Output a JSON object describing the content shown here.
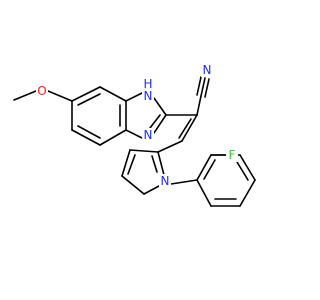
{
  "diagram": {
    "type": "chemical-structure",
    "colors": {
      "bond": "#000000",
      "carbon_label": "#000000",
      "nitrogen": "#1f2cff",
      "oxygen": "#ff1a1a",
      "fluorine": "#33cc33",
      "background": "#ffffff"
    },
    "atom_labels": [
      {
        "id": "methoxy-oxygen",
        "text": "O",
        "element": "O"
      },
      {
        "id": "imidazole-nh",
        "text": "N",
        "sub": "H",
        "element": "N"
      },
      {
        "id": "imidazole-n",
        "text": "N",
        "element": "N"
      },
      {
        "id": "nitrile-n",
        "text": "N",
        "element": "N"
      },
      {
        "id": "pyrrole-n",
        "text": "N",
        "element": "N"
      },
      {
        "id": "fluorine",
        "text": "F",
        "element": "F"
      }
    ]
  }
}
